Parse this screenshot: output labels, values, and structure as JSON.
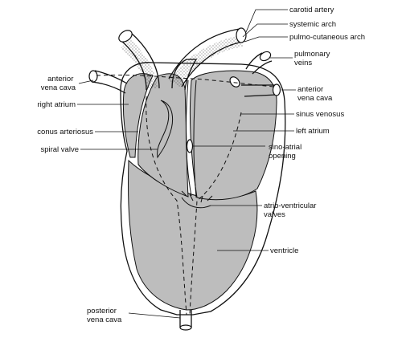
{
  "labels": {
    "carotid_artery": "carotid artery",
    "systemic_arch": "systemic arch",
    "pulmo_cutaneous_arch": "pulmo-cutaneous arch",
    "pulmonary_veins": [
      "pulmonary",
      "veins"
    ],
    "anterior_vena_cava_left": [
      "anterior",
      "vena cava"
    ],
    "anterior_vena_cava_right": [
      "anterior",
      "vena cava"
    ],
    "right_atrium": "right atrium",
    "sinus_venosus": "sinus venosus",
    "conus_arteriosus": "conus arteriosus",
    "left_atrium": "left atrium",
    "spiral_valve": "spiral valve",
    "sino_atrial_opening": [
      "sino-atrial",
      "opening"
    ],
    "atrio_ventricular_valves": [
      "atrio-ventricular",
      "valves"
    ],
    "ventricle": "ventricle",
    "posterior_vena_cava": [
      "posterior",
      "vena cava"
    ]
  },
  "colors": {
    "shading": "#bdbdbd",
    "ink": "#111111",
    "background": "#ffffff"
  }
}
